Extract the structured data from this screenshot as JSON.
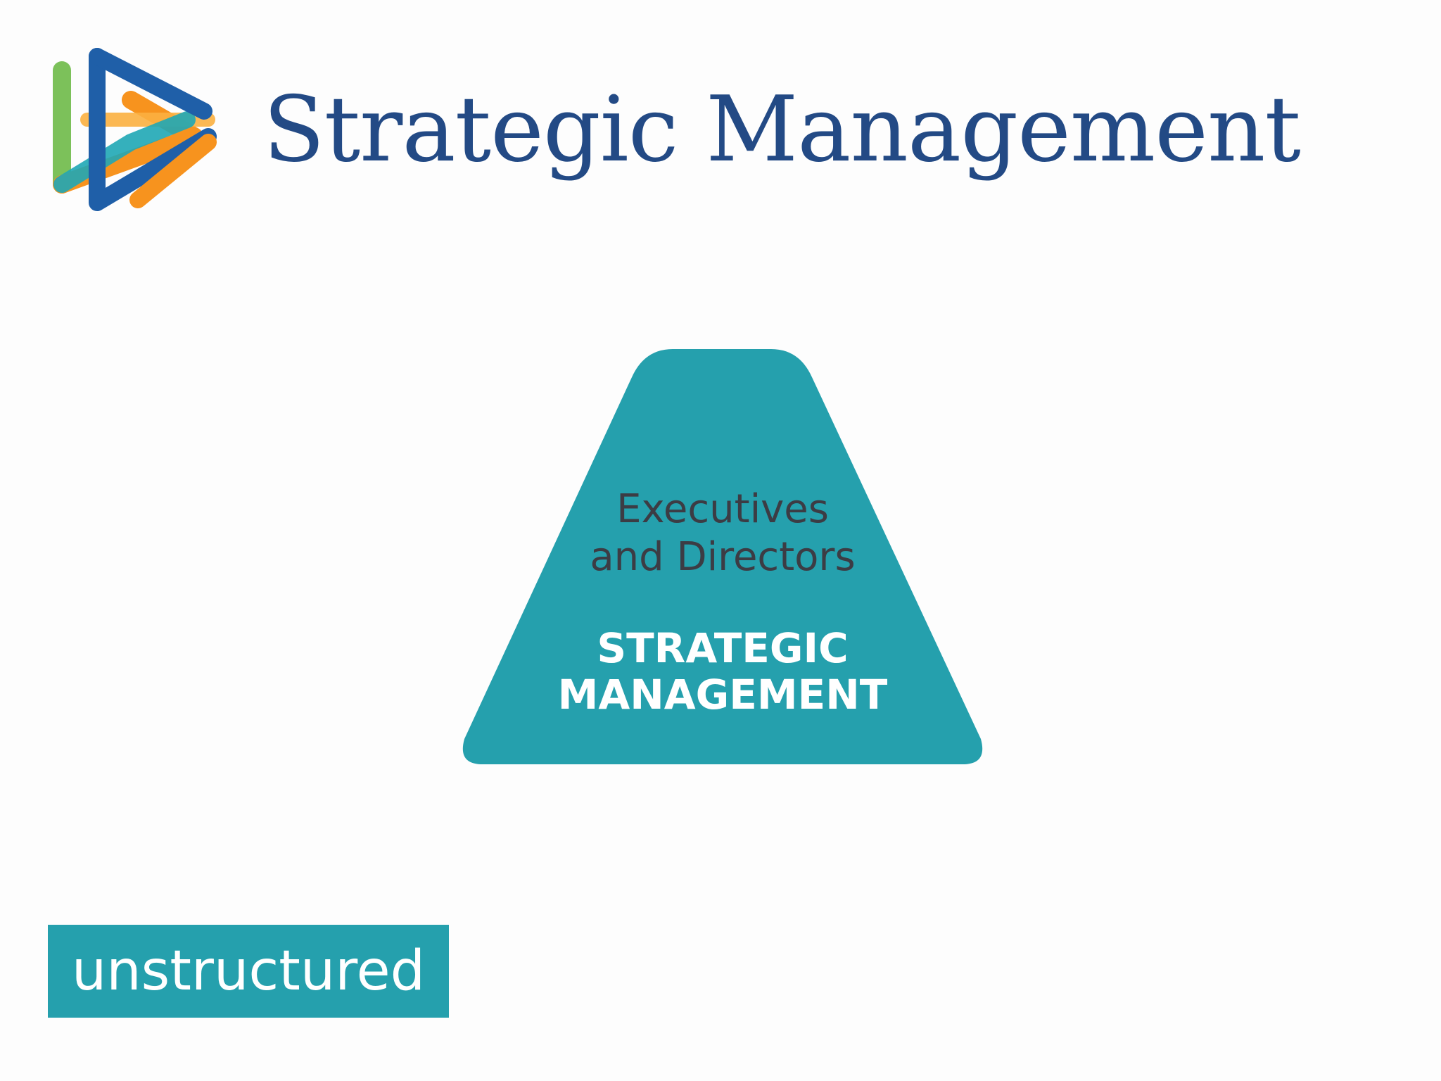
{
  "title": "Strategic Management",
  "logo": {
    "icon": "play-triangle-logo",
    "colors": [
      "#1f5fa8",
      "#f7931e",
      "#7cc15a",
      "#1fa7b5",
      "#fbb040"
    ]
  },
  "pyramid": {
    "subtitle_lines": [
      "Executives",
      "and Directors"
    ],
    "label_lines": [
      "STRATEGIC",
      "MANAGEMENT"
    ]
  },
  "tag": {
    "label": "unstructured"
  },
  "colors": {
    "title": "#234a85",
    "accent": "#25a0ad",
    "subtitle_text": "#3c3c44",
    "label_text": "#ffffff"
  }
}
